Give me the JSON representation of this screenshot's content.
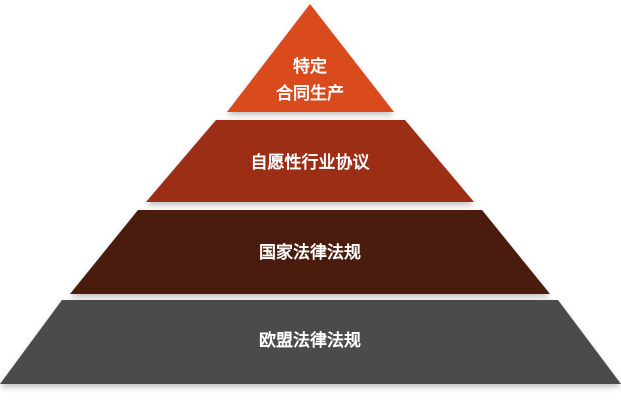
{
  "pyramid": {
    "tiers": [
      {
        "lines": [
          "特定",
          "合同生产"
        ],
        "color": "#d94c1e"
      },
      {
        "lines": [
          "自愿性行业协议"
        ],
        "color": "#9c2d14"
      },
      {
        "lines": [
          "国家法律法规"
        ],
        "color": "#4a1a0f"
      },
      {
        "lines": [
          "欧盟法律法规"
        ],
        "color": "#4b4b4b"
      }
    ]
  }
}
